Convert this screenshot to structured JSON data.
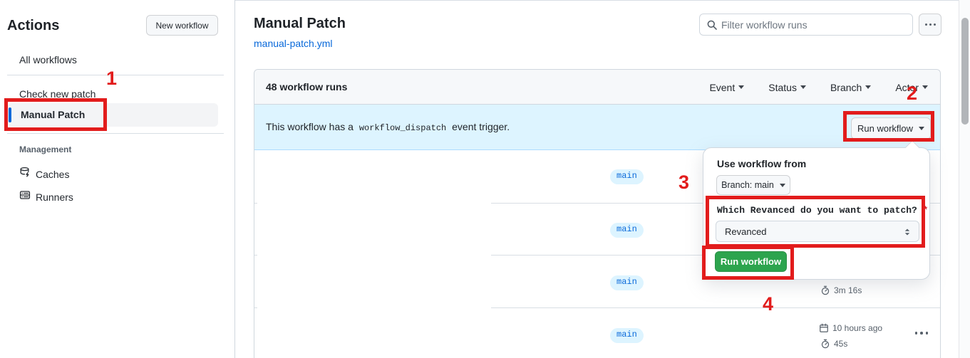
{
  "sidebar": {
    "title": "Actions",
    "new_workflow_button": "New workflow",
    "items": [
      {
        "label": "All workflows",
        "selected": false
      },
      {
        "label": "Check new patch",
        "selected": false
      },
      {
        "label": "Manual Patch",
        "selected": true
      }
    ],
    "management": {
      "label": "Management",
      "items": [
        {
          "label": "Caches",
          "icon": "cache-icon"
        },
        {
          "label": "Runners",
          "icon": "runners-icon"
        }
      ]
    }
  },
  "header": {
    "title": "Manual Patch",
    "file_link": "manual-patch.yml",
    "filter_placeholder": "Filter workflow runs",
    "more_button_icon": "horizontal-ellipsis"
  },
  "runs_table": {
    "count_label": "48 workflow runs",
    "filters": [
      {
        "label": "Event"
      },
      {
        "label": "Status"
      },
      {
        "label": "Branch"
      },
      {
        "label": "Actor"
      }
    ],
    "banner": {
      "text_before": "This workflow has a",
      "code": "workflow_dispatch",
      "text_after": "event trigger.",
      "run_workflow_button": "Run workflow"
    },
    "rows": [
      {
        "branch": "main"
      },
      {
        "branch": "main"
      },
      {
        "branch": "main",
        "duration": "3m 16s"
      },
      {
        "branch": "main",
        "time": "10 hours ago",
        "duration": "45s"
      }
    ]
  },
  "run_dialog": {
    "use_workflow_from": "Use workflow from",
    "branch_selector": "Branch: main",
    "input_label": "Which Revanced do you want to patch?",
    "required_marker": "*",
    "select_value": "Revanced",
    "run_button": "Run workflow"
  },
  "annotations": {
    "steps": [
      "1",
      "2",
      "3",
      "4"
    ],
    "color": "#e21c1c"
  },
  "icons": {
    "search": "magnifier",
    "more": "horizontal-ellipsis",
    "kebab": "horizontal-ellipsis",
    "cache": "database-with-bolt",
    "runners": "server-rack",
    "duration": "stopwatch",
    "time": "calendar",
    "dropdown": "caret-down",
    "select": "up-down-arrows"
  },
  "colors": {
    "accent_blue": "#0969da",
    "banner_blue": "#ddf4ff",
    "button_green": "#2da44e",
    "annotation_red": "#e21c1c",
    "tab_indicator_orange": "#fd8c73"
  }
}
